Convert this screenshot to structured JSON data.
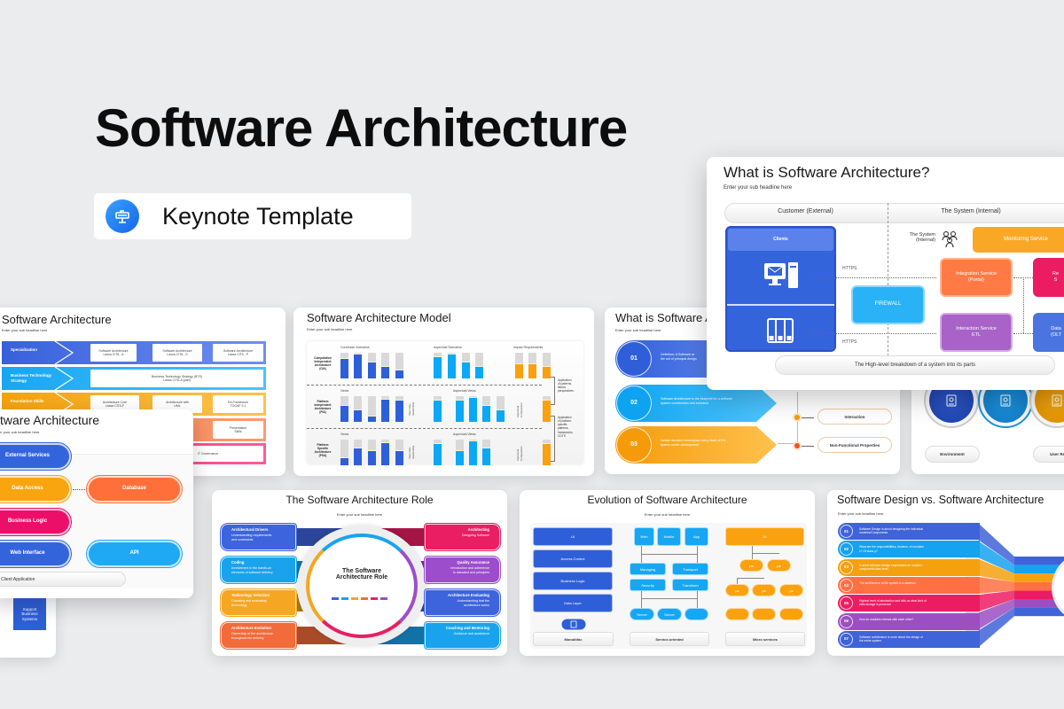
{
  "hero": {
    "title": "Software Architecture",
    "badge": {
      "label": "Keynote Template",
      "icon": "keynote-icon"
    }
  },
  "colors": {
    "background": "#ebecee",
    "blue": "#3a66e0",
    "cyan": "#1aa8f0",
    "orange": "#f5a40f",
    "red_orange": "#ff7043",
    "pink": "#ec1c63",
    "purple": "#a05cc6"
  },
  "what_is_diagram": {
    "title": "What is Software Architecture?",
    "subtitle": "Enter your sub headline here",
    "customer_header": "Customer (External)",
    "system_header": "The System (Internal)",
    "clients": "Clients",
    "https_top": "HTTPS",
    "https_bottom": "HTTPS",
    "firewall": "FIREWALL",
    "system_label": "The System\n(Internal)",
    "monitoring": "Monitoring Service",
    "integration": "Integration Service\n(Portal)",
    "interaction": "Interaction Service\nETL",
    "reporting": "Re\nS",
    "data": "Data\n(OLT",
    "footer": "The High-level breakdown of a system into its parts",
    "icons": [
      "monitor-mail-icon",
      "server-icon",
      "people-icon"
    ]
  },
  "skills_slide": {
    "title": "Software Architecture",
    "subtitle": "Enter your sub headline here",
    "rows": [
      {
        "label": "Specialization",
        "cells": [
          "Software Architecture\nLassa CITA - A",
          "Software Architecture\nLassa CITA - S",
          "Software Architecture\nLassa CITA - P"
        ]
      },
      {
        "label": "Business Technology\nStrategy",
        "cells": [
          "Business Technology Strategy (BTS)\nLassa CITA-A (part)"
        ]
      },
      {
        "label": "Foundation Skills",
        "cells": [
          "Architecture Core\nLassa CITA-F",
          "Architecture with\nUML",
          "EA Framework\nTOGAF 9.1"
        ]
      },
      {
        "label": "",
        "cells": [
          "Presentation\nSkills"
        ]
      },
      {
        "label": "",
        "cells": [
          "IT Governance"
        ]
      }
    ]
  },
  "layers_slide": {
    "title": "Software Architecture",
    "subtitle": "Enter your sub headline here",
    "external": "External Services",
    "data_access": "Data Access",
    "database": "Database",
    "business": "Business Logic",
    "web": "Web Interface",
    "api": "API",
    "client": "Client Application"
  },
  "partial_slide": {
    "box": "Support\nBusiness\nSystems"
  },
  "model_slide": {
    "title": "Software Architecture Model",
    "subtitle": "Enter your sub headline here",
    "rows": [
      {
        "label": "Computation\nIndependent\nArchitecture\n(CIA)",
        "h1": "Core/base Scenarios",
        "h2": "Aspectual Scenarios",
        "h3": "Impact Requirements",
        "blue": [
          0.8,
          0.95,
          0.65,
          0.5,
          0.35
        ],
        "cyan": [
          0.85,
          0.95,
          0.65,
          0.5
        ],
        "orange": [
          0.6,
          0.6,
          0.5
        ]
      },
      {
        "label": "Platform\nIndependent\nArchitecture\n(PIA)",
        "h1": "Views",
        "h2": "Aspectual Views",
        "v1": "View inter-\nrelationship",
        "v2": "Aspectual\nComposition",
        "blue": [
          0.65,
          0.5,
          0.25,
          0.9,
          0.85
        ],
        "cyan": [
          0.85,
          0.85,
          0.95,
          0.65,
          0.5
        ],
        "orange": [
          0.85
        ]
      },
      {
        "label": "Platform\nSpecific\nArchitecture\n(PSA)",
        "h1": "Views",
        "h2": "Aspectual Views",
        "v1": "View inter-\nrelationship",
        "v2": "Aspectual\nComposition",
        "blue": [
          0.3,
          0.7,
          0.6,
          0.9,
          0.6
        ],
        "cyan": [
          0.85,
          0.6,
          0.95,
          0.7
        ],
        "orange": [
          0.85
        ]
      }
    ],
    "note1": "Application\nof patterns,\ntactics\nperspectives",
    "note2": "Application\nof platform-\nspecific\npatterns,\nframeworks,\nCOTS"
  },
  "definition_slide": {
    "title": "What is Software A",
    "subtitle": "Enter your sub headline here",
    "items": [
      {
        "num": "01",
        "text": "Definition: A Software ar\nthe set of principal design"
      },
      {
        "num": "02",
        "text": "Software Architecture is the blueprint for a software\nsystem construction and evolution"
      },
      {
        "num": "03",
        "text": "Design decision encompass every facet of the\nsystem under development"
      }
    ],
    "targets": [
      "Interaction",
      "Non-Functional Properties"
    ]
  },
  "circles_slide": {
    "labels": [
      "Environment",
      "User Requi"
    ],
    "icons": [
      "document-user-icon",
      "chart-board-icon",
      "presenter-icon"
    ]
  },
  "role_slide": {
    "title": "The Software Architecture Role",
    "subtitle": "Enter your sub headline here",
    "center": "The Software\nArchitecture Role",
    "left": [
      {
        "title": "Architectural Drivers",
        "text": "Understanding requirements\nand constraints"
      },
      {
        "title": "Coding",
        "text": "Involvement in the hands-on\nelements of software delivery"
      },
      {
        "title": "Technology Selection",
        "text": "Choosing and evaluating\ntechnology"
      },
      {
        "title": "Architecture Evolution",
        "text": "Ownership of the architecture\nthroughout the delivery"
      }
    ],
    "right": [
      {
        "title": "Architecting",
        "text": "Designing Software"
      },
      {
        "title": "Quality Assurance",
        "text": "Introduction and adherence\nto standard and principles"
      },
      {
        "title": "Architecture Evaluating",
        "text": "Understanding that the\narchitecture works"
      },
      {
        "title": "Coaching and Mentoring",
        "text": "Guidance and assistance"
      }
    ]
  },
  "evolution_slide": {
    "title": "Evolution of Software Architecture",
    "subtitle": "Enter your sub headline here",
    "monolithic": {
      "layers": [
        "UI",
        "Access Control",
        "Business Logic",
        "Data Layer"
      ],
      "label": "Monolithic"
    },
    "service": {
      "clients": [
        "Web",
        "Mobile",
        "App"
      ],
      "services": [
        "Managing",
        "Transport",
        "Security",
        "Transform"
      ],
      "servers": [
        "Server",
        "Server"
      ],
      "label": "Service-oriented"
    },
    "micro": {
      "ui": "UI",
      "node": "µs",
      "label": "Micro services"
    }
  },
  "design_slide": {
    "title": "Software Design vs. Software Architecture",
    "subtitle": "Enter your sub headline here",
    "items": [
      {
        "num": "01",
        "text": "Software Design is about designing the individual\nmodules/Components"
      },
      {
        "num": "02",
        "text": "What are the responsibilities, function, of modules\nx? Of class y?"
      },
      {
        "num": "03",
        "text": "In short software design emphasizes on module /\ncomponent/class level"
      },
      {
        "num": "04",
        "text": "The architecture of the system is a skeleton"
      },
      {
        "num": "05",
        "text": "Highest level of abstraction and tells us what kind of\ndata storage is presence"
      },
      {
        "num": "06",
        "text": "How do modules interact with each other?"
      },
      {
        "num": "07",
        "text": "Software architecture is more about the design of\nthe entire system"
      }
    ]
  }
}
